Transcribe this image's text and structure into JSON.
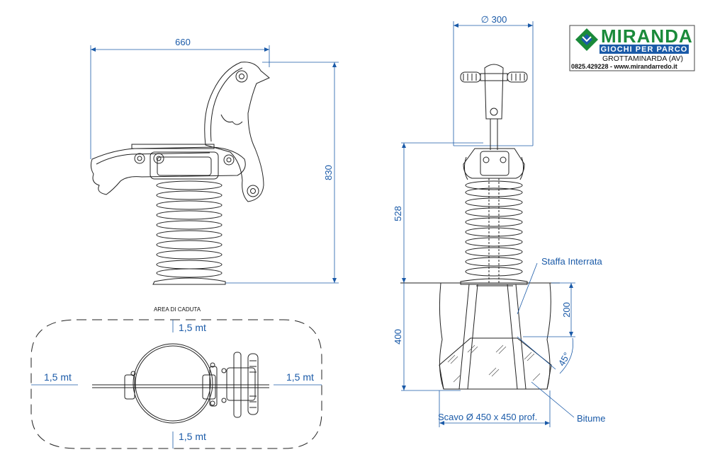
{
  "dimensions": {
    "side_width": "660",
    "side_height": "830",
    "front_diameter": "∅ 300",
    "front_height": "528",
    "foundation_depth": "400",
    "anchor_depth": "200",
    "angle": "45°"
  },
  "labels": {
    "staffa": "Staffa Interrata",
    "bitume": "Bitume",
    "scavo": "Scavo Ø 450 x 450 prof."
  },
  "fall_area": {
    "title": "AREA DI CADUTA",
    "top": "1,5 mt",
    "bottom": "1,5 mt",
    "left": "1,5 mt",
    "right": "1,5 mt"
  },
  "logo": {
    "brand": "MIRANDA",
    "tagline": "GIOCHI PER PARCO",
    "city": "GROTTAMINARDA (AV)",
    "contact": "0825.429228 - www.mirandarredo.it",
    "green": "#1a8a3a",
    "blue": "#1a5aa8"
  }
}
